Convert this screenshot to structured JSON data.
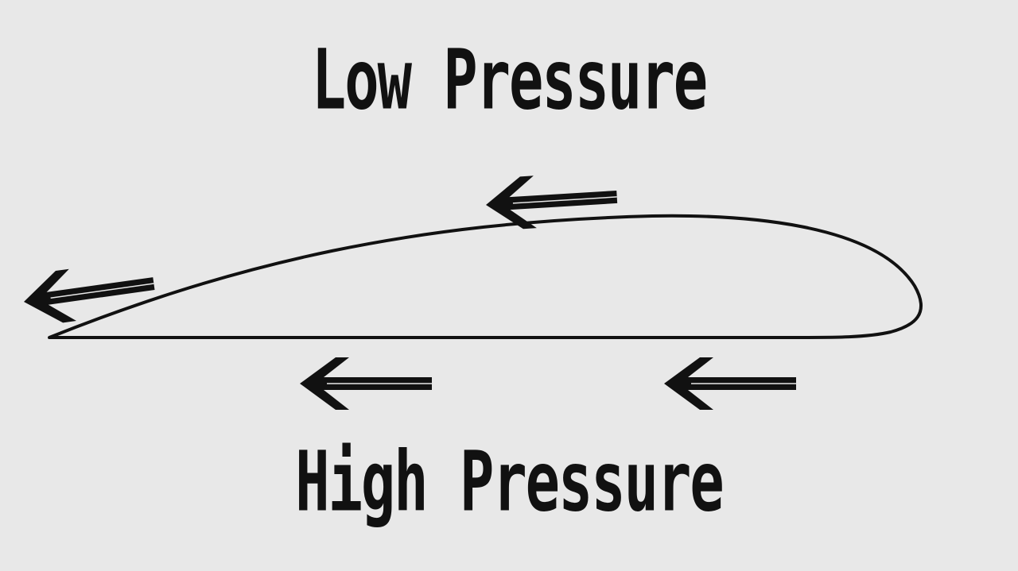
{
  "diagram": {
    "top_label": "Low Pressure",
    "bottom_label": "High Pressure",
    "line_color": "#111111",
    "background_color": "#e8e8e8",
    "flow_direction": "left",
    "arrows": [
      {
        "name": "arrow-trailing-edge",
        "side": "trailing-edge"
      },
      {
        "name": "arrow-upper-surface",
        "side": "upper-surface"
      },
      {
        "name": "arrow-lower-surface-left",
        "side": "lower-surface"
      },
      {
        "name": "arrow-lower-surface-right",
        "side": "lower-surface"
      }
    ]
  }
}
